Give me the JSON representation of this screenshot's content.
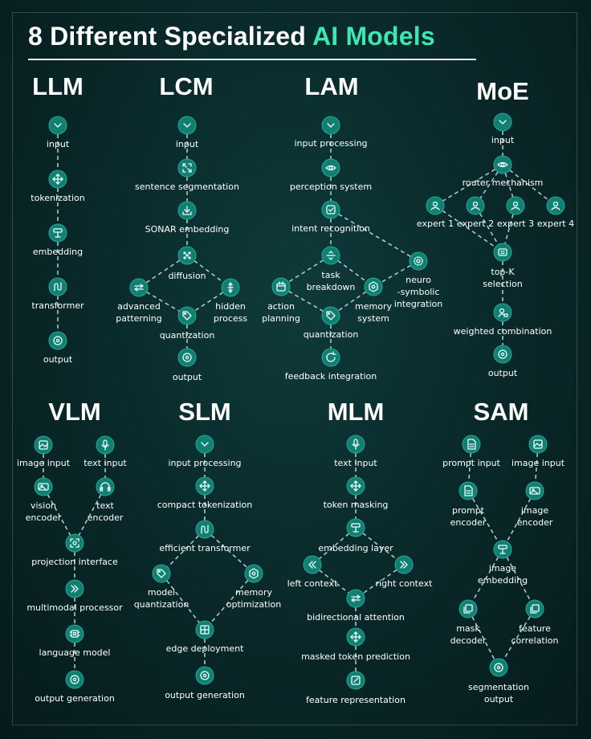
{
  "title": {
    "main": "8 Different Specialized ",
    "accent": "AI Models"
  },
  "colors": {
    "accent": "#3ee6b4",
    "node": "#127f73",
    "edge": "#a9c7c5",
    "background": "#0a2a2b"
  },
  "panels": [
    {
      "id": "llm",
      "title": "LLM",
      "nodes": [
        {
          "id": "input",
          "label": [
            "input"
          ],
          "icon": "chevron-down-icon"
        },
        {
          "id": "tok",
          "label": [
            "tokenization"
          ],
          "icon": "move-icon"
        },
        {
          "id": "emb",
          "label": [
            "embedding"
          ],
          "icon": "layers-icon"
        },
        {
          "id": "tr",
          "label": [
            "transformer"
          ],
          "icon": "transformer-icon"
        },
        {
          "id": "out",
          "label": [
            "output"
          ],
          "icon": "target-icon"
        }
      ],
      "edges": [
        [
          "input",
          "tok"
        ],
        [
          "tok",
          "emb"
        ],
        [
          "emb",
          "tr"
        ],
        [
          "tr",
          "out"
        ]
      ]
    },
    {
      "id": "lcm",
      "title": "LCM",
      "nodes": [
        {
          "id": "input",
          "label": [
            "input"
          ],
          "icon": "chevron-down-icon"
        },
        {
          "id": "seg",
          "label": [
            "sentence segmentation"
          ],
          "icon": "expand-icon"
        },
        {
          "id": "sonar",
          "label": [
            "SONAR embedding"
          ],
          "icon": "download-icon"
        },
        {
          "id": "diff",
          "label": [
            "diffusion"
          ],
          "icon": "scatter-icon"
        },
        {
          "id": "adv",
          "label": [
            "advanced",
            "patterning"
          ],
          "icon": "arrows-icon"
        },
        {
          "id": "hid",
          "label": [
            "hidden",
            "process"
          ],
          "icon": "vertical-arrows-icon"
        },
        {
          "id": "quant",
          "label": [
            "quantization"
          ],
          "icon": "tag-icon"
        },
        {
          "id": "out",
          "label": [
            "output"
          ],
          "icon": "target-icon"
        }
      ],
      "edges": [
        [
          "input",
          "seg"
        ],
        [
          "seg",
          "sonar"
        ],
        [
          "sonar",
          "diff"
        ],
        [
          "diff",
          "adv"
        ],
        [
          "diff",
          "hid"
        ],
        [
          "adv",
          "quant"
        ],
        [
          "hid",
          "quant"
        ],
        [
          "quant",
          "out"
        ]
      ]
    },
    {
      "id": "lam",
      "title": "LAM",
      "nodes": [
        {
          "id": "input",
          "label": [
            "input processing"
          ],
          "icon": "chevron-down-icon"
        },
        {
          "id": "perc",
          "label": [
            "perception system"
          ],
          "icon": "eye-icon"
        },
        {
          "id": "intent",
          "label": [
            "intent recognition"
          ],
          "icon": "check-square-icon"
        },
        {
          "id": "task",
          "label": [
            "task",
            "breakdown"
          ],
          "icon": "split-icon"
        },
        {
          "id": "neuro",
          "label": [
            "neuro",
            "-symbolic",
            "integration"
          ],
          "icon": "gear-icon"
        },
        {
          "id": "act",
          "label": [
            "action",
            "planning"
          ],
          "icon": "calendar-icon"
        },
        {
          "id": "mem",
          "label": [
            "memory",
            "system"
          ],
          "icon": "hexagon-icon"
        },
        {
          "id": "quant",
          "label": [
            "quantization"
          ],
          "icon": "tag-icon"
        },
        {
          "id": "fb",
          "label": [
            "feedback integration"
          ],
          "icon": "refresh-icon"
        }
      ],
      "edges": [
        [
          "input",
          "perc"
        ],
        [
          "perc",
          "intent"
        ],
        [
          "intent",
          "task"
        ],
        [
          "intent",
          "neuro"
        ],
        [
          "task",
          "act"
        ],
        [
          "task",
          "mem"
        ],
        [
          "neuro",
          "mem"
        ],
        [
          "act",
          "quant"
        ],
        [
          "mem",
          "quant"
        ],
        [
          "quant",
          "fb"
        ]
      ]
    },
    {
      "id": "moe",
      "title": "MoE",
      "nodes": [
        {
          "id": "input",
          "label": [
            "input"
          ],
          "icon": "chevron-down-icon"
        },
        {
          "id": "router",
          "label": [
            "router mechanism"
          ],
          "icon": "eye-icon"
        },
        {
          "id": "e1",
          "label": [
            "expert 1"
          ],
          "icon": "user-icon"
        },
        {
          "id": "e2",
          "label": [
            "expert 2"
          ],
          "icon": "user-icon"
        },
        {
          "id": "e3",
          "label": [
            "expert 3"
          ],
          "icon": "user-icon"
        },
        {
          "id": "e4",
          "label": [
            "expert 4"
          ],
          "icon": "user-icon"
        },
        {
          "id": "topk",
          "label": [
            "top-K",
            "selection"
          ],
          "icon": "card-icon"
        },
        {
          "id": "wc",
          "label": [
            "weighted combination"
          ],
          "icon": "lock-user-icon"
        },
        {
          "id": "out",
          "label": [
            "output"
          ],
          "icon": "target-icon"
        }
      ],
      "edges": [
        [
          "input",
          "router"
        ],
        [
          "router",
          "e1"
        ],
        [
          "router",
          "e2"
        ],
        [
          "router",
          "e3"
        ],
        [
          "router",
          "e4"
        ],
        [
          "e1",
          "topk"
        ],
        [
          "e2",
          "topk"
        ],
        [
          "e3",
          "topk"
        ],
        [
          "topk",
          "wc"
        ],
        [
          "wc",
          "out"
        ]
      ]
    },
    {
      "id": "vlm",
      "title": "VLM",
      "nodes": [
        {
          "id": "img",
          "label": [
            "image input"
          ],
          "icon": "image-icon"
        },
        {
          "id": "txt",
          "label": [
            "text input"
          ],
          "icon": "mic-icon"
        },
        {
          "id": "venc",
          "label": [
            "vision",
            "encoder"
          ],
          "icon": "photo-icon"
        },
        {
          "id": "tenc",
          "label": [
            "text",
            "encoder"
          ],
          "icon": "headphones-icon"
        },
        {
          "id": "proj",
          "label": [
            "projection interface"
          ],
          "icon": "focus-icon"
        },
        {
          "id": "mm",
          "label": [
            "multimodal processor"
          ],
          "icon": "double-chevron-icon"
        },
        {
          "id": "lm",
          "label": [
            "language model"
          ],
          "icon": "chip-icon"
        },
        {
          "id": "og",
          "label": [
            "output generation"
          ],
          "icon": "target-icon"
        }
      ],
      "edges": [
        [
          "img",
          "venc"
        ],
        [
          "txt",
          "tenc"
        ],
        [
          "venc",
          "proj"
        ],
        [
          "tenc",
          "proj"
        ],
        [
          "proj",
          "mm"
        ],
        [
          "mm",
          "lm"
        ],
        [
          "lm",
          "og"
        ]
      ]
    },
    {
      "id": "slm",
      "title": "SLM",
      "nodes": [
        {
          "id": "input",
          "label": [
            "input processing"
          ],
          "icon": "chevron-down-icon"
        },
        {
          "id": "ctok",
          "label": [
            "compact tokenization"
          ],
          "icon": "move-icon"
        },
        {
          "id": "etr",
          "label": [
            "efficient transformer"
          ],
          "icon": "transformer-icon"
        },
        {
          "id": "mq",
          "label": [
            "model",
            "quantization"
          ],
          "icon": "tag-icon"
        },
        {
          "id": "mo",
          "label": [
            "memory",
            "optimization"
          ],
          "icon": "hexagon-icon"
        },
        {
          "id": "ed",
          "label": [
            "edge deployment"
          ],
          "icon": "grid-icon"
        },
        {
          "id": "og",
          "label": [
            "output generation"
          ],
          "icon": "target-icon"
        }
      ],
      "edges": [
        [
          "input",
          "ctok"
        ],
        [
          "ctok",
          "etr"
        ],
        [
          "etr",
          "mq"
        ],
        [
          "etr",
          "mo"
        ],
        [
          "mq",
          "ed"
        ],
        [
          "mo",
          "ed"
        ],
        [
          "ed",
          "og"
        ]
      ]
    },
    {
      "id": "mlm",
      "title": "MLM",
      "nodes": [
        {
          "id": "txt",
          "label": [
            "text input"
          ],
          "icon": "mic-icon"
        },
        {
          "id": "mask",
          "label": [
            "token masking"
          ],
          "icon": "move-icon"
        },
        {
          "id": "el",
          "label": [
            "embedding layer"
          ],
          "icon": "layers-icon"
        },
        {
          "id": "lc",
          "label": [
            "left context"
          ],
          "icon": "chevrons-left-icon"
        },
        {
          "id": "rc",
          "label": [
            "right context"
          ],
          "icon": "chevrons-right-icon"
        },
        {
          "id": "bi",
          "label": [
            "bidirectional attention"
          ],
          "icon": "swap-icon"
        },
        {
          "id": "mtp",
          "label": [
            "masked token prediction"
          ],
          "icon": "move-icon"
        },
        {
          "id": "fr",
          "label": [
            "feature representation"
          ],
          "icon": "pencil-square-icon"
        }
      ],
      "edges": [
        [
          "txt",
          "mask"
        ],
        [
          "mask",
          "el"
        ],
        [
          "el",
          "lc"
        ],
        [
          "el",
          "rc"
        ],
        [
          "lc",
          "bi"
        ],
        [
          "rc",
          "bi"
        ],
        [
          "bi",
          "mtp"
        ],
        [
          "mtp",
          "fr"
        ]
      ]
    },
    {
      "id": "sam",
      "title": "SAM",
      "nodes": [
        {
          "id": "pin",
          "label": [
            "prompt input"
          ],
          "icon": "document-icon"
        },
        {
          "id": "iin",
          "label": [
            "image input"
          ],
          "icon": "image-icon"
        },
        {
          "id": "penc",
          "label": [
            "prompt",
            "encoder"
          ],
          "icon": "document-icon"
        },
        {
          "id": "ienc",
          "label": [
            "image",
            "encoder"
          ],
          "icon": "photo-icon"
        },
        {
          "id": "iemb",
          "label": [
            "image",
            "embedding"
          ],
          "icon": "layers-icon"
        },
        {
          "id": "md",
          "label": [
            "mask",
            "decoder"
          ],
          "icon": "copy-icon"
        },
        {
          "id": "fc",
          "label": [
            "feature",
            "correlation"
          ],
          "icon": "copy-icon"
        },
        {
          "id": "so",
          "label": [
            "segmentation",
            "output"
          ],
          "icon": "target-icon"
        }
      ],
      "edges": [
        [
          "pin",
          "penc"
        ],
        [
          "iin",
          "ienc"
        ],
        [
          "penc",
          "iemb"
        ],
        [
          "ienc",
          "iemb"
        ],
        [
          "iemb",
          "md"
        ],
        [
          "iemb",
          "fc"
        ],
        [
          "md",
          "so"
        ],
        [
          "fc",
          "so"
        ]
      ]
    }
  ]
}
